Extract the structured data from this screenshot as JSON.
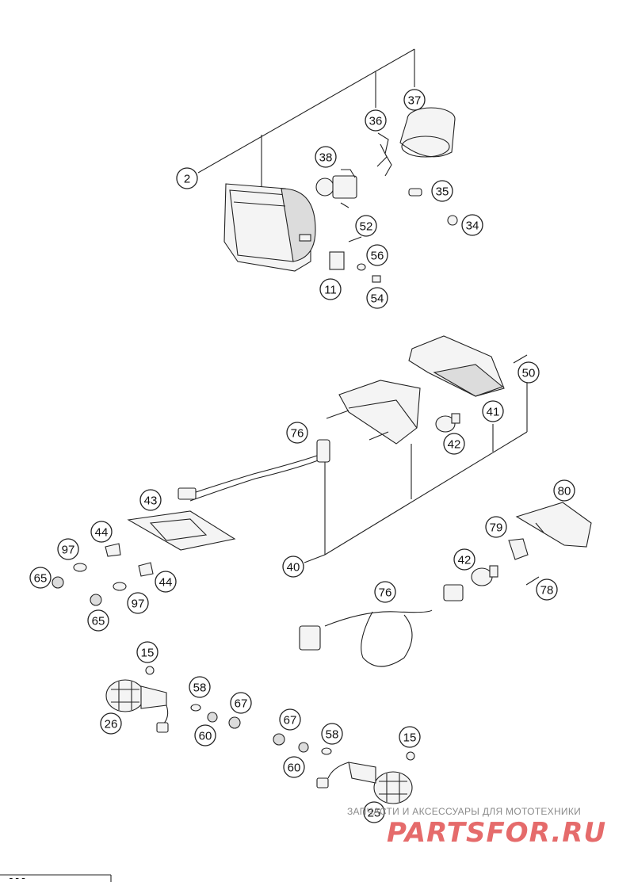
{
  "diagram": {
    "callouts": [
      {
        "label": "2"
      },
      {
        "label": "37"
      },
      {
        "label": "36"
      },
      {
        "label": "38"
      },
      {
        "label": "35"
      },
      {
        "label": "34"
      },
      {
        "label": "52"
      },
      {
        "label": "56"
      },
      {
        "label": "11"
      },
      {
        "label": "54"
      },
      {
        "label": "50"
      },
      {
        "label": "41"
      },
      {
        "label": "76"
      },
      {
        "label": "42"
      },
      {
        "label": "43"
      },
      {
        "label": "80"
      },
      {
        "label": "44"
      },
      {
        "label": "97"
      },
      {
        "label": "79"
      },
      {
        "label": "65"
      },
      {
        "label": "44"
      },
      {
        "label": "42"
      },
      {
        "label": "97"
      },
      {
        "label": "40"
      },
      {
        "label": "76"
      },
      {
        "label": "78"
      },
      {
        "label": "65"
      },
      {
        "label": "15"
      },
      {
        "label": "58"
      },
      {
        "label": "67"
      },
      {
        "label": "26"
      },
      {
        "label": "60"
      },
      {
        "label": "67"
      },
      {
        "label": "58"
      },
      {
        "label": "15"
      },
      {
        "label": "60"
      },
      {
        "label": "25"
      }
    ]
  },
  "watermark": {
    "tagline": "ЗАПЧАСТИ И АКСЕССУАРЫ ДЛЯ МОТОТЕХНИКИ",
    "logo": "PARTSFOR.RU",
    "logo_color": "#e56b6b"
  },
  "drawing_code": "---"
}
